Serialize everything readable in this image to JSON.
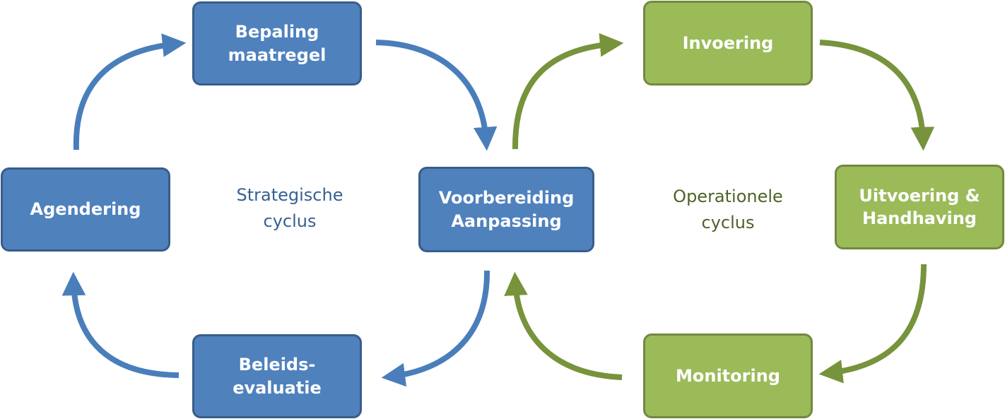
{
  "colors": {
    "strategic_fill": "#4f81bd",
    "strategic_border": "#385d8a",
    "operational_fill": "#9bbb59",
    "operational_border": "#71893f",
    "strategic_label": "#366092",
    "operational_label": "#4f6228"
  },
  "strategic": {
    "label": "Strategische\ncyclus",
    "nodes": {
      "bepaling": "Bepaling\nmaatregel",
      "agendering": "Agendering",
      "evaluatie": "Beleids-\nevaluatie"
    }
  },
  "shared": {
    "voorbereiding": "Voorbereiding\nAanpassing"
  },
  "operational": {
    "label": "Operationele\ncyclus",
    "nodes": {
      "invoering": "Invoering",
      "uitvoering": "Uitvoering &\nHandhaving",
      "monitoring": "Monitoring"
    }
  }
}
